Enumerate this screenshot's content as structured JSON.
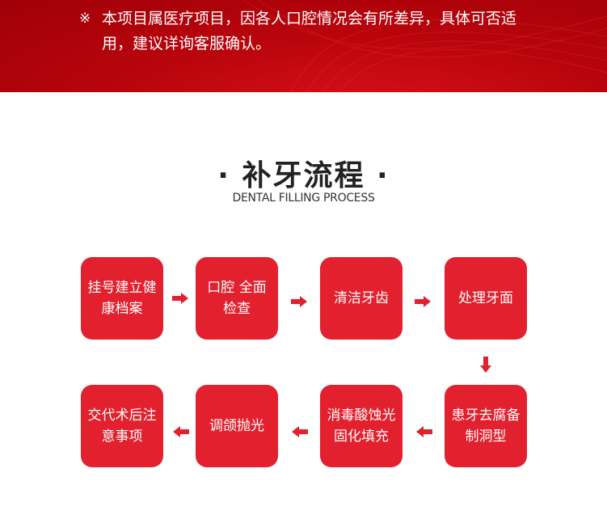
{
  "notice": {
    "mark": "※",
    "text": "本项目属医疗项目，因各人口腔情况会有所差异，具体可否适用，建议详询客服确认。"
  },
  "section": {
    "title": "· 补牙流程 ·",
    "subtitle": "DENTAL FILLING PROCESS"
  },
  "steps": [
    {
      "label": "挂号建立健康档案"
    },
    {
      "label": "口腔 全面检查"
    },
    {
      "label": "清洁牙齿"
    },
    {
      "label": "处理牙面"
    },
    {
      "label": "患牙去腐备制洞型"
    },
    {
      "label": "消毒酸蚀光固化填充"
    },
    {
      "label": "调颌抛光"
    },
    {
      "label": "交代术后注意事项"
    }
  ],
  "colors": {
    "accent": "#e3202d",
    "banner": "#b8040c"
  }
}
